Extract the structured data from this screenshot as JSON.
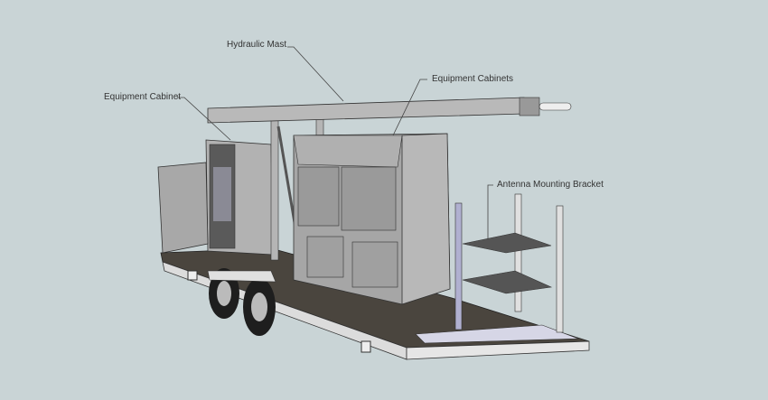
{
  "labels": {
    "hydraulic_mast": "Hydraulic Mast",
    "equipment_cabinets": "Equipment Cabinets",
    "equipment_cabinet": "Equipment Cabinet",
    "antenna_bracket": "Antenna Mounting Bracket"
  },
  "colors": {
    "background": "#c9d4d6",
    "metal": "#a9a9a9",
    "deck": "#3d3a35",
    "frame": "#d9d9d9"
  }
}
